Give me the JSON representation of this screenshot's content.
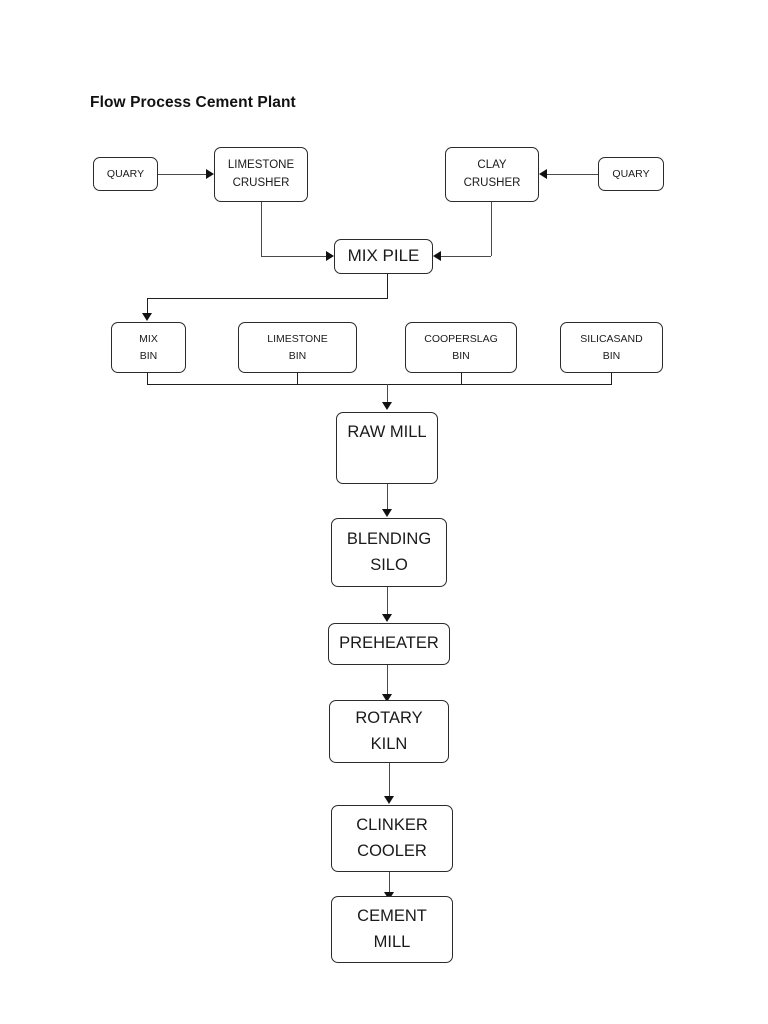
{
  "page": {
    "title": "Flow Process Cement Plant"
  },
  "diagram": {
    "type": "flowchart",
    "orientation": "top-to-bottom",
    "nodes": [
      {
        "id": "quarry_left",
        "lines": [
          "QUARY"
        ]
      },
      {
        "id": "limestone_crusher",
        "lines": [
          "LIMESTONE",
          "CRUSHER"
        ]
      },
      {
        "id": "clay_crusher",
        "lines": [
          "CLAY",
          "CRUSHER"
        ]
      },
      {
        "id": "quarry_right",
        "lines": [
          "QUARY"
        ]
      },
      {
        "id": "mix_pile",
        "lines": [
          "MIX PILE"
        ]
      },
      {
        "id": "mix_bin",
        "lines": [
          "MIX",
          "BIN"
        ]
      },
      {
        "id": "limestone_bin",
        "lines": [
          "LIMESTONE",
          "BIN"
        ]
      },
      {
        "id": "cooperslag_bin",
        "lines": [
          "COOPERSLAG",
          "BIN"
        ]
      },
      {
        "id": "silicasand_bin",
        "lines": [
          "SILICASAND",
          "BIN"
        ]
      },
      {
        "id": "raw_mill",
        "lines": [
          "RAW MILL"
        ]
      },
      {
        "id": "blending_silo",
        "lines": [
          "BLENDING",
          "SILO"
        ]
      },
      {
        "id": "preheater",
        "lines": [
          "PREHEATER"
        ]
      },
      {
        "id": "rotary_kiln",
        "lines": [
          "ROTARY",
          "KILN"
        ]
      },
      {
        "id": "clinker_cooler",
        "lines": [
          "CLINKER",
          "COOLER"
        ]
      },
      {
        "id": "cement_mill",
        "lines": [
          "CEMENT",
          "MILL"
        ]
      }
    ],
    "edges": [
      {
        "from": "quarry_left",
        "to": "limestone_crusher"
      },
      {
        "from": "quarry_right",
        "to": "clay_crusher"
      },
      {
        "from": "limestone_crusher",
        "to": "mix_pile"
      },
      {
        "from": "clay_crusher",
        "to": "mix_pile"
      },
      {
        "from": "mix_pile",
        "to": "mix_bin"
      },
      {
        "from": "mix_bin",
        "to": "raw_mill"
      },
      {
        "from": "limestone_bin",
        "to": "raw_mill"
      },
      {
        "from": "cooperslag_bin",
        "to": "raw_mill"
      },
      {
        "from": "silicasand_bin",
        "to": "raw_mill"
      },
      {
        "from": "raw_mill",
        "to": "blending_silo"
      },
      {
        "from": "blending_silo",
        "to": "preheater"
      },
      {
        "from": "preheater",
        "to": "rotary_kiln"
      },
      {
        "from": "rotary_kiln",
        "to": "clinker_cooler"
      },
      {
        "from": "clinker_cooler",
        "to": "cement_mill"
      }
    ],
    "colors": {
      "node_border": "#2b2b2b",
      "node_fill": "#ffffff",
      "connector": "#4a4a4a",
      "arrow_head": "#111111",
      "text": "#1a1a1a"
    }
  }
}
